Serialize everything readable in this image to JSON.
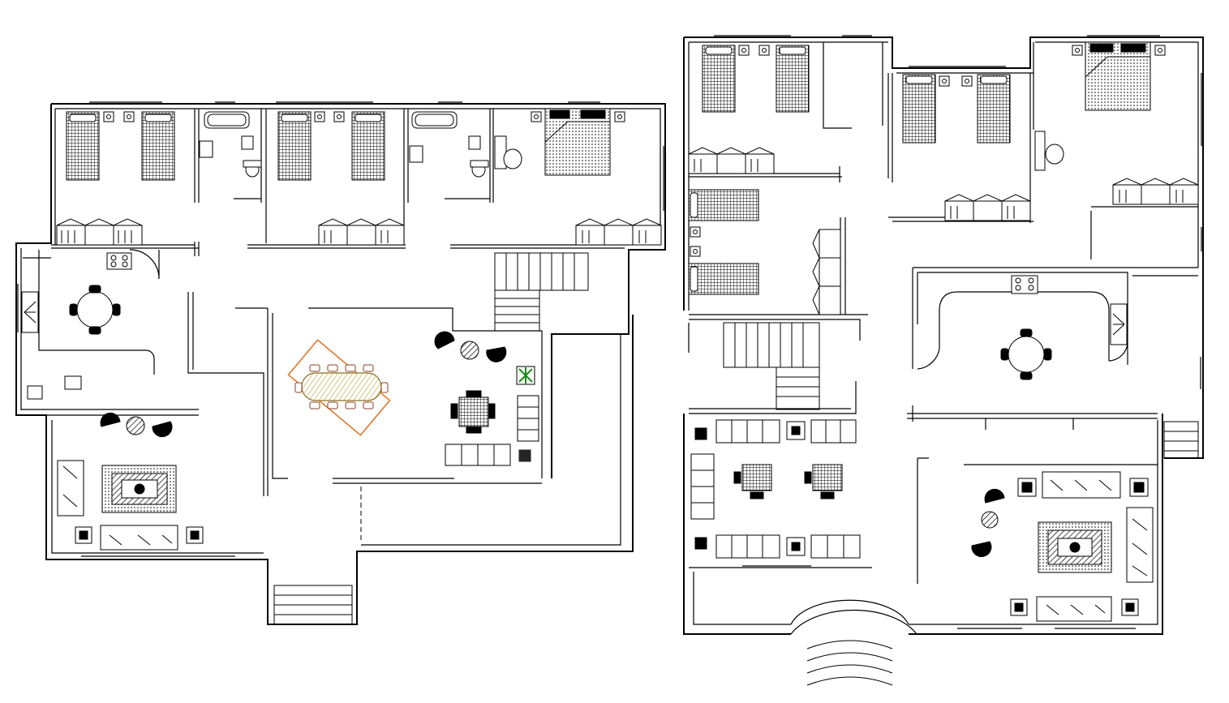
{
  "drawing": {
    "kind": "architectural floor plans",
    "sheets": [
      {
        "id": "plan-left",
        "rooms": [
          "bedroom-1",
          "bathroom-1",
          "bedroom-2",
          "bathroom-2",
          "master-bedroom",
          "kitchen-dining",
          "staircase",
          "dining",
          "lounge",
          "living"
        ]
      },
      {
        "id": "plan-right",
        "rooms": [
          "bedroom-1",
          "bedroom-2",
          "master-bedroom",
          "bedroom-3",
          "staircase",
          "kitchen-dining",
          "sitting-area",
          "living"
        ]
      }
    ],
    "colors": {
      "ink": "#000000",
      "paper": "#ffffff",
      "accent-dining": "#e07020",
      "accent-plant": "#1a8a1a"
    }
  }
}
